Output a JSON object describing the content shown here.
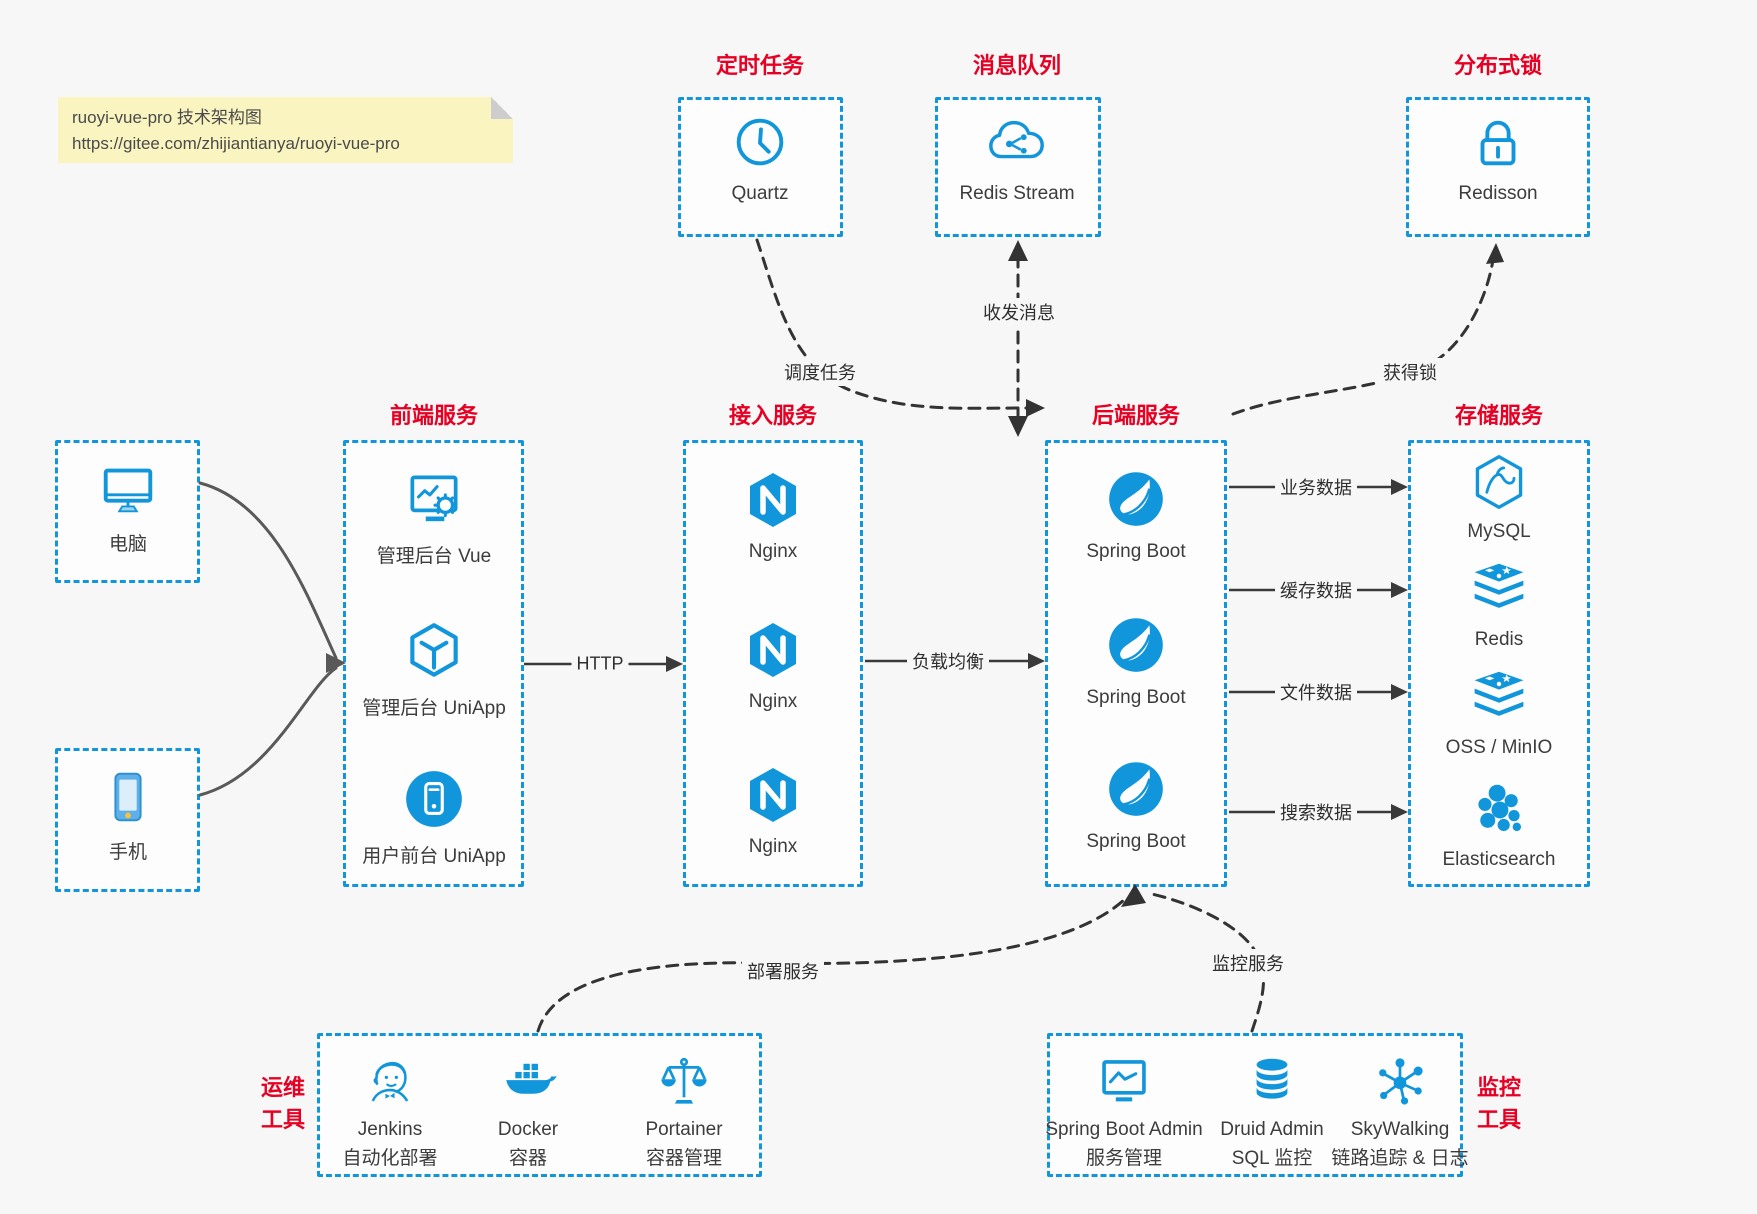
{
  "note": {
    "line1": "ruoyi-vue-pro 技术架构图",
    "line2": "https://gitee.com/zhijiantianya/ruoyi-vue-pro"
  },
  "colors": {
    "accent_blue": "#1296db",
    "title_red": "#e60023",
    "note_bg": "#faf4c0"
  },
  "top_services": [
    {
      "title": "定时任务",
      "label": "Quartz",
      "icon": "clock-icon"
    },
    {
      "title": "消息队列",
      "label": "Redis Stream",
      "icon": "cloud-mq-icon"
    },
    {
      "title": "分布式锁",
      "label": "Redisson",
      "icon": "lock-icon"
    }
  ],
  "clients": [
    {
      "label": "电脑",
      "icon": "desktop-icon"
    },
    {
      "label": "手机",
      "icon": "phone-icon"
    }
  ],
  "columns": {
    "frontend": {
      "title": "前端服务",
      "items": [
        {
          "label": "管理后台 Vue",
          "icon": "admin-vue-icon"
        },
        {
          "label": "管理后台 UniApp",
          "icon": "uniapp-cube-icon"
        },
        {
          "label": "用户前台 UniApp",
          "icon": "user-app-icon"
        }
      ]
    },
    "gateway": {
      "title": "接入服务",
      "items": [
        {
          "label": "Nginx",
          "icon": "nginx-icon"
        },
        {
          "label": "Nginx",
          "icon": "nginx-icon"
        },
        {
          "label": "Nginx",
          "icon": "nginx-icon"
        }
      ]
    },
    "backend": {
      "title": "后端服务",
      "items": [
        {
          "label": "Spring Boot",
          "icon": "spring-icon"
        },
        {
          "label": "Spring Boot",
          "icon": "spring-icon"
        },
        {
          "label": "Spring Boot",
          "icon": "spring-icon"
        }
      ]
    },
    "storage": {
      "title": "存储服务",
      "items": [
        {
          "label": "MySQL",
          "icon": "mysql-icon"
        },
        {
          "label": "Redis",
          "icon": "redis-icon"
        },
        {
          "label": "OSS / MinIO",
          "icon": "oss-icon"
        },
        {
          "label": "Elasticsearch",
          "icon": "elasticsearch-icon"
        }
      ]
    }
  },
  "bottom": {
    "ops": {
      "title_line1": "运维",
      "title_line2": "工具",
      "items": [
        {
          "label": "Jenkins",
          "sublabel": "自动化部署",
          "icon": "jenkins-icon"
        },
        {
          "label": "Docker",
          "sublabel": "容器",
          "icon": "docker-icon"
        },
        {
          "label": "Portainer",
          "sublabel": "容器管理",
          "icon": "portainer-icon"
        }
      ]
    },
    "monitor": {
      "title_line1": "监控",
      "title_line2": "工具",
      "items": [
        {
          "label": "Spring Boot Admin",
          "sublabel": "服务管理",
          "icon": "spring-boot-admin-icon"
        },
        {
          "label": "Druid Admin",
          "sublabel": "SQL 监控",
          "icon": "druid-icon"
        },
        {
          "label": "SkyWalking",
          "sublabel": "链路追踪 & 日志",
          "icon": "skywalking-icon"
        }
      ]
    }
  },
  "edges": {
    "http": "HTTP",
    "load_balance": "负载均衡",
    "biz_data": "业务数据",
    "cache_data": "缓存数据",
    "file_data": "文件数据",
    "search_data": "搜索数据",
    "schedule": "调度任务",
    "mq": "收发消息",
    "lock": "获得锁",
    "deploy": "部署服务",
    "monitor": "监控服务"
  }
}
